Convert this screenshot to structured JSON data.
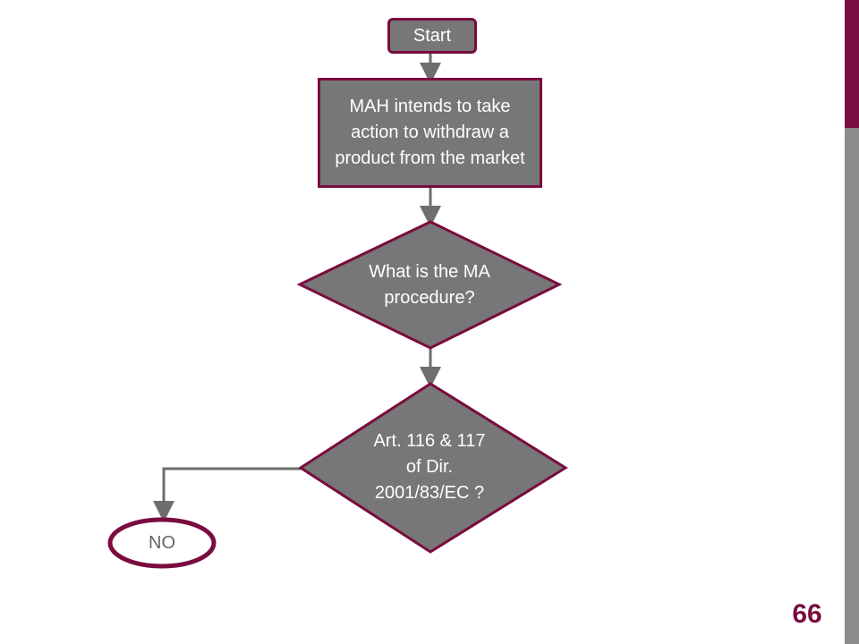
{
  "flowchart": {
    "start_label": "Start",
    "process_label": "MAH intends to take action to withdraw a product from the market",
    "decision1_label": "What is the MA procedure?",
    "decision2_label": "Art. 116 & 117 of Dir. 2001/83/EC ?",
    "terminal_no_label": "NO"
  },
  "slide": {
    "page_number": "66"
  },
  "colors": {
    "accent": "#7a0c3f",
    "node_fill": "#777777",
    "connector": "#6e6e6e",
    "sidebar_gray": "#8c8c8c"
  }
}
